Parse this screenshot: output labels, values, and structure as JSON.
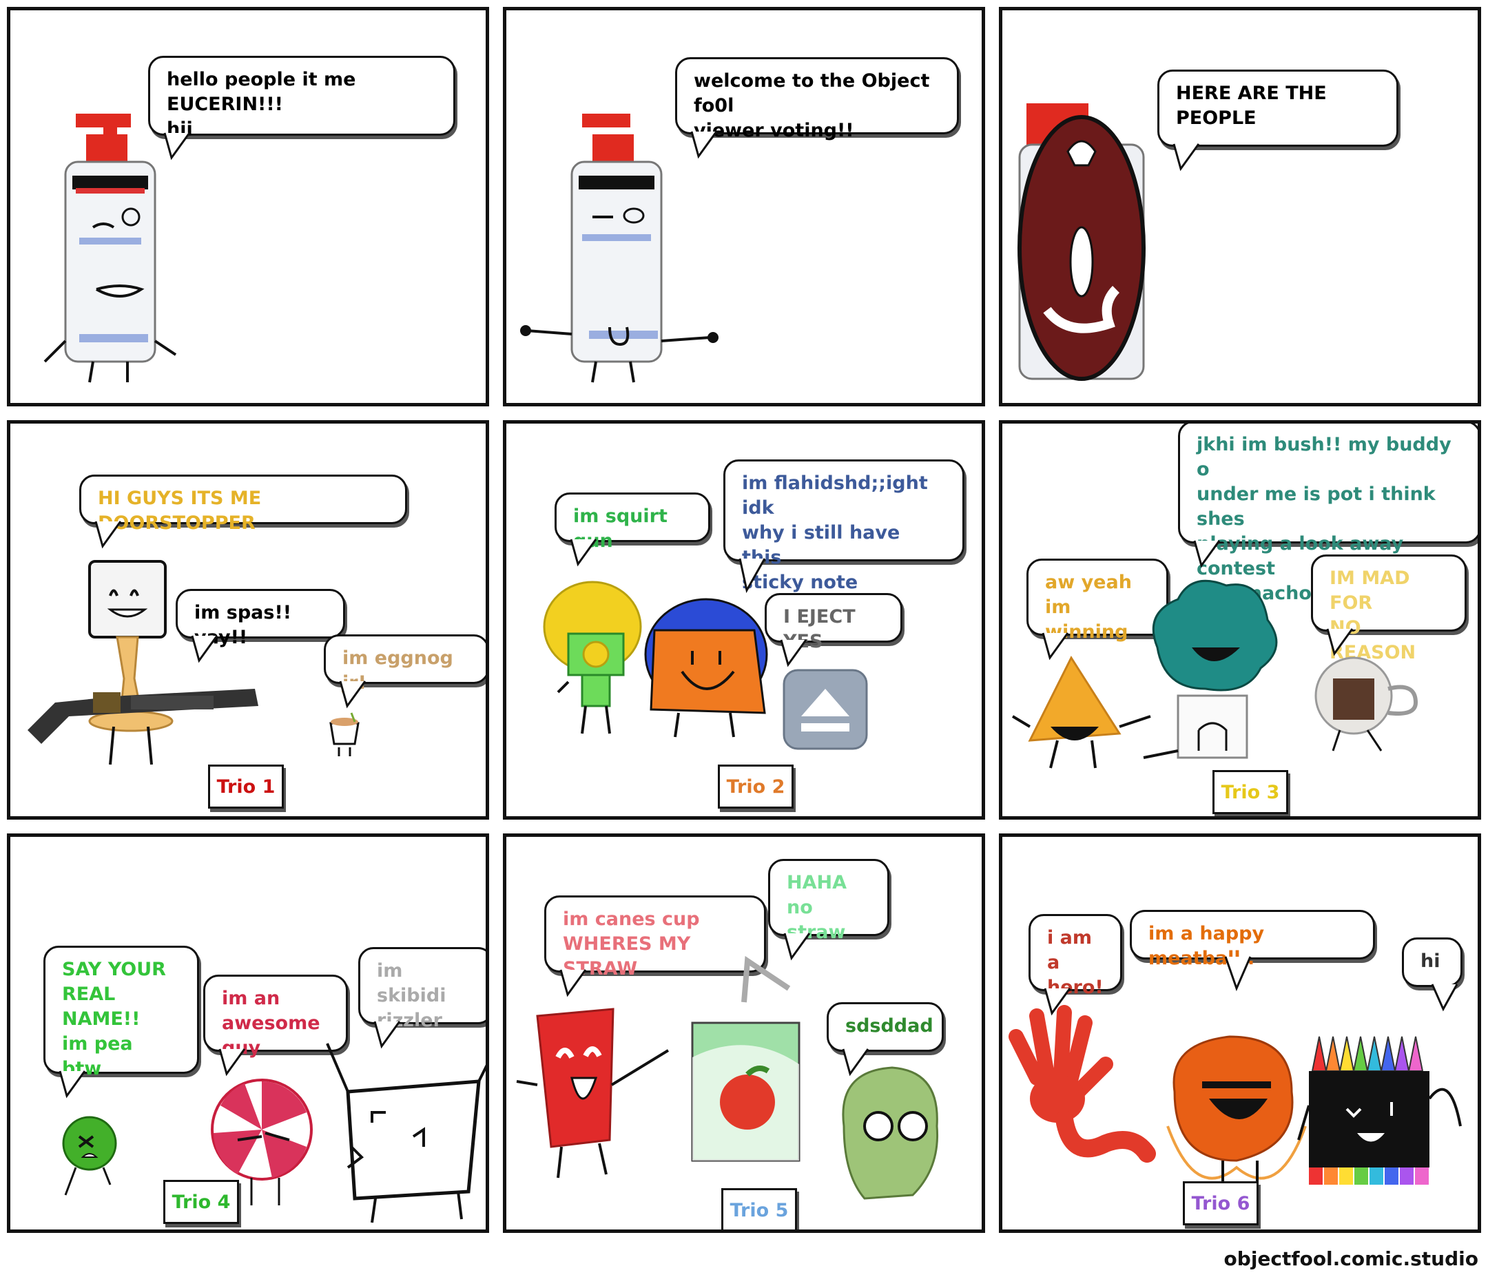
{
  "colors": {
    "doorstopper": "#e5b228",
    "squirt_gun": "#2fb34a",
    "sticky_note": "#3d5a9a",
    "eject": "#666666",
    "bush": "#2e8b7a",
    "nacho": "#e2a72a",
    "coffee": "#f0d36a",
    "pea": "#33c43a",
    "candy": "#d02a49",
    "skibidi": "#aaaaaa",
    "cup": "#e8707a",
    "juice": "#78e096",
    "zombie": "#2f8a2e",
    "hand": "#c0392b",
    "meatball": "#e36d0a",
    "crayons": "#333333",
    "trio1": "#cc1111",
    "trio2": "#e07a2a",
    "trio3": "#e6c81a",
    "trio4": "#2eb82e",
    "trio5": "#6aa3dd",
    "trio6": "#9457d0"
  },
  "panels": [
    {
      "bubbles": [
        "hello people it me EUCERIN!!!\nhii"
      ]
    },
    {
      "bubbles": [
        "welcome to the Object fo0l\nviewer voting!!"
      ]
    },
    {
      "bubbles": [
        "HERE ARE THE PEOPLE"
      ]
    },
    {
      "bubbles": [
        "HI GUYS ITS ME DOORSTOPPER",
        "im spas!! yay!!",
        "im eggnog jr!"
      ],
      "label": "Trio 1"
    },
    {
      "bubbles": [
        "im squirt gun",
        "im flahidshd;;ight idk\nwhy i still have this\nsticky note",
        "I EJECT YES"
      ],
      "label": "Trio 2"
    },
    {
      "bubbles": [
        "jkhi im bush!! my buddy o\nunder me is pot i think shes\nplaying a look away contest\nwith nacho rn",
        "aw yeah\nim winning",
        "IM MAD FOR\nNO REASON"
      ],
      "label": "Trio 3"
    },
    {
      "bubbles": [
        "SAY YOUR\nREAL NAME!!\nim pea\nbtw",
        "im an\nawesome guy",
        "im skibidi\nrizzler"
      ],
      "label": "Trio 4"
    },
    {
      "bubbles": [
        "im canes cup\nWHERES MY STRAW",
        "HAHA no\nstraw",
        "sdsddad"
      ],
      "label": "Trio 5"
    },
    {
      "bubbles": [
        "i am a\nhero!",
        "im a happy meatball..",
        "hi"
      ],
      "label": "Trio 6"
    }
  ],
  "icons": [
    "eucerin-bottle",
    "eject-icon",
    "shotgun",
    "apple-juice-box",
    "crayon-box"
  ],
  "credit": "objectfool.comic.studio"
}
